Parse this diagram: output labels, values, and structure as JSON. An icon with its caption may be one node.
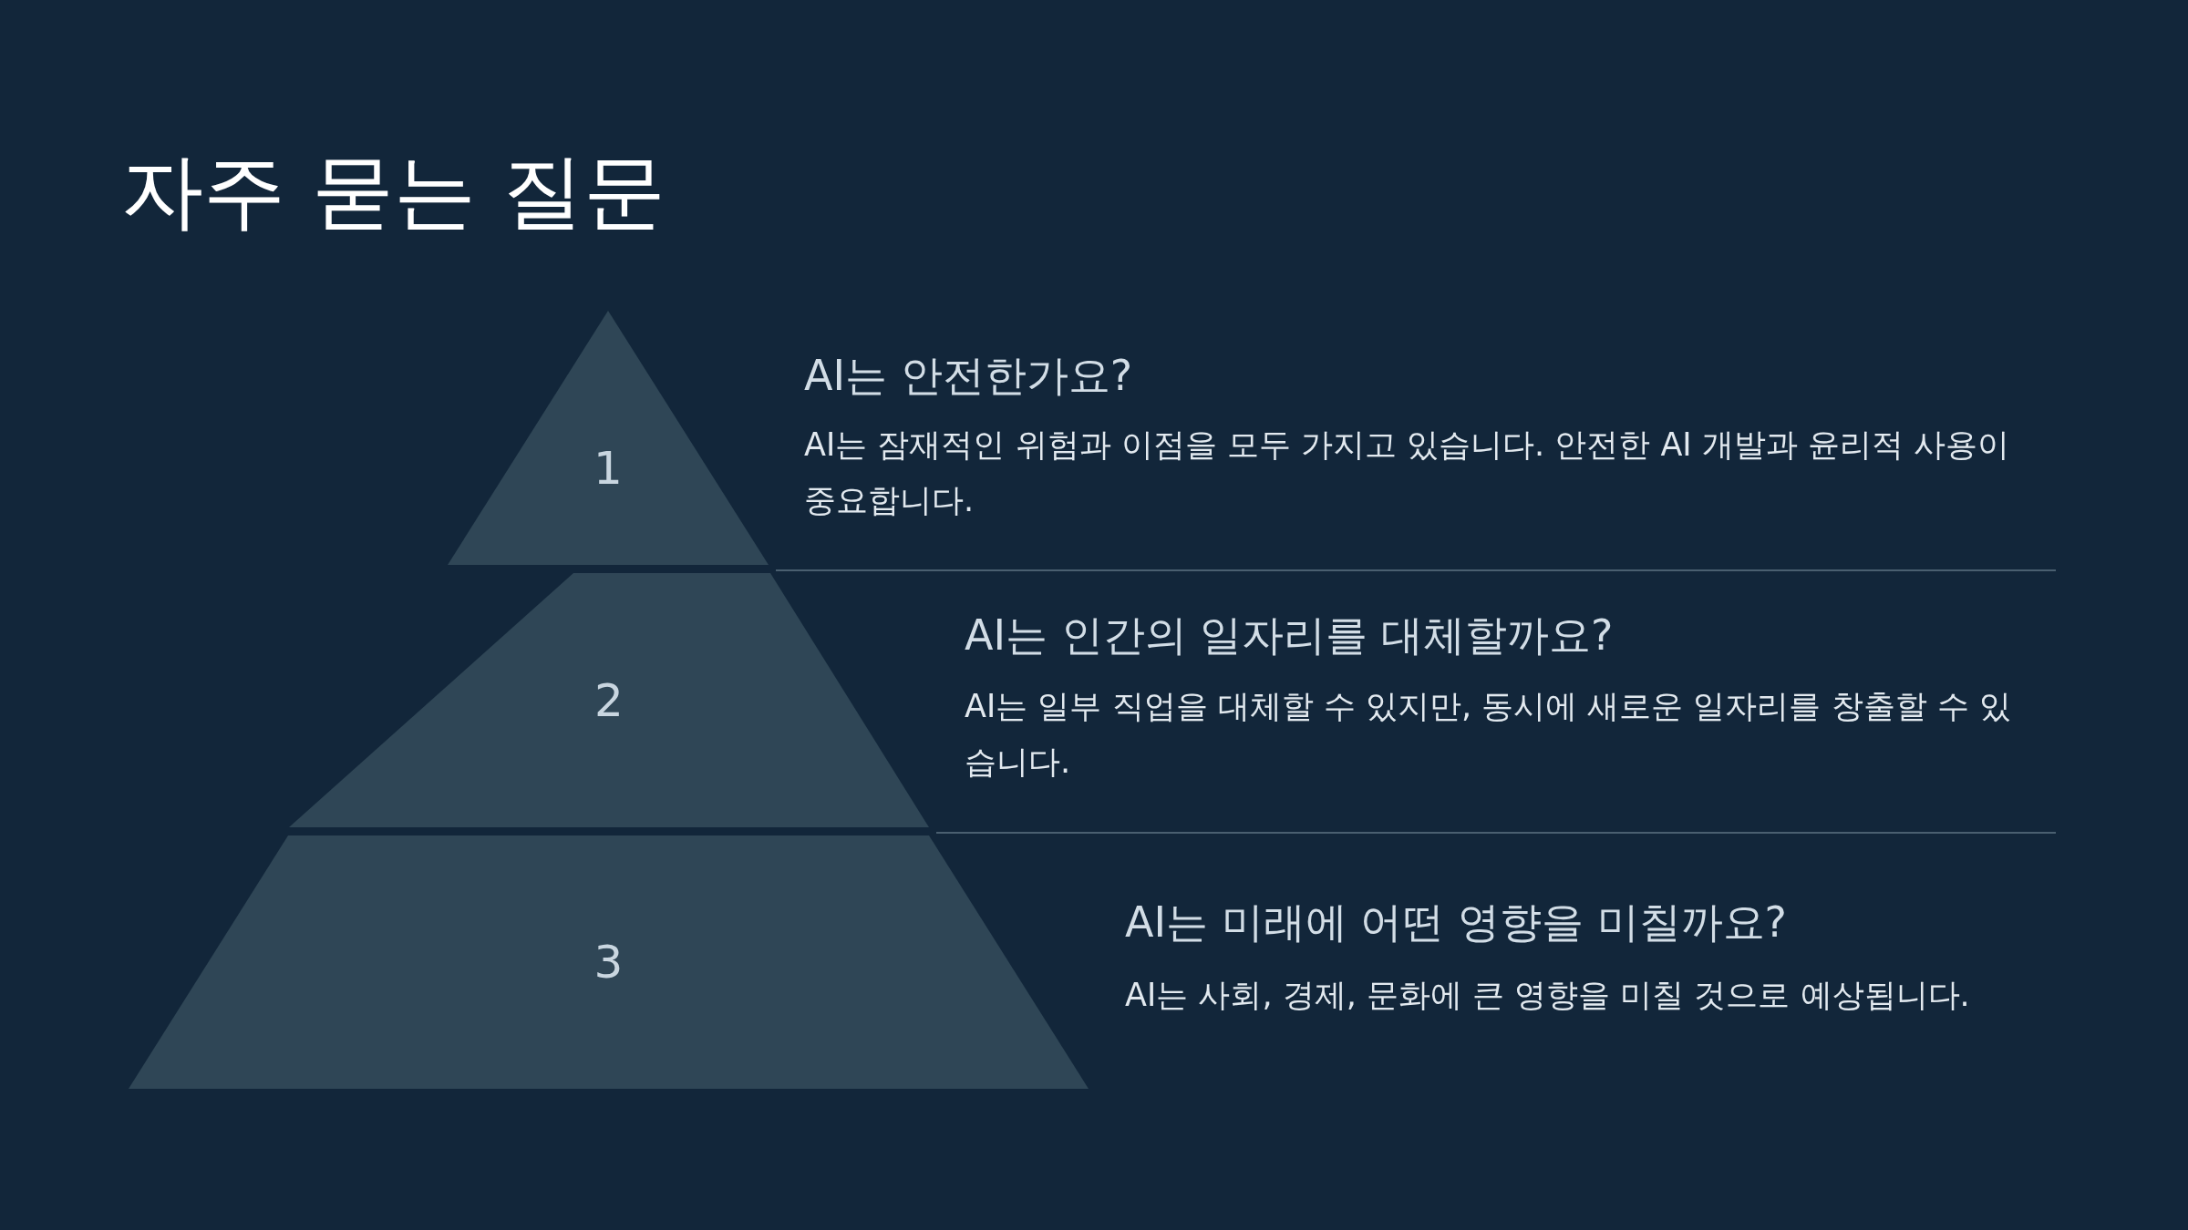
{
  "diagram": {
    "title": "자주 묻는 질문",
    "nodes": [
      {
        "text": [
          "1"
        ],
        "beside": [
          "AI는 안전한가요?",
          "AI는 잠재적인 위험과 이점을 모두 가지고 있습니다. 안전한 AI 개발과 윤리적 사용이 중요합니다."
        ]
      },
      {
        "text": [
          "2"
        ],
        "beside": [
          "AI는 인간의 일자리를 대체할까요?",
          "AI는 일부 직업을 대체할 수 있지만, 동시에 새로운 일자리를 창출할 수 있습니다."
        ]
      },
      {
        "text": [
          "3"
        ],
        "beside": [
          "AI는 미래에 어떤 영향을 미칠까요?",
          "AI는 사회, 경제, 문화에 큰 영향을 미칠 것으로 예상됩니다."
        ]
      }
    ]
  }
}
